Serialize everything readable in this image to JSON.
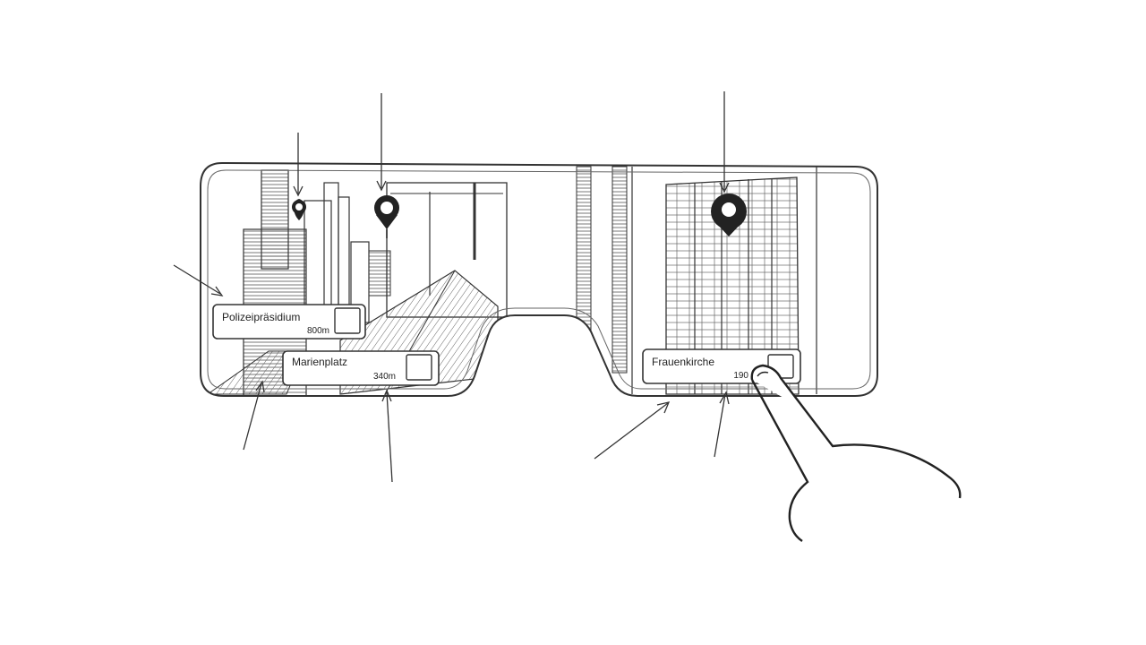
{
  "markers": [
    {
      "id": "poi-small-left"
    },
    {
      "id": "poi-mid"
    },
    {
      "id": "poi-large-right"
    }
  ],
  "cards": [
    {
      "name": "Polizeipräsidium",
      "distance": "800m"
    },
    {
      "name": "Marienplatz",
      "distance": "340m"
    },
    {
      "name": "Frauenkirche",
      "distance": "190"
    }
  ],
  "icons": {
    "marker": "map-pin-icon",
    "card_button": "square-button-icon",
    "hand": "pointing-hand-icon"
  },
  "colors": {
    "ink": "#222222",
    "background": "#ffffff",
    "hatch": "#555555"
  }
}
